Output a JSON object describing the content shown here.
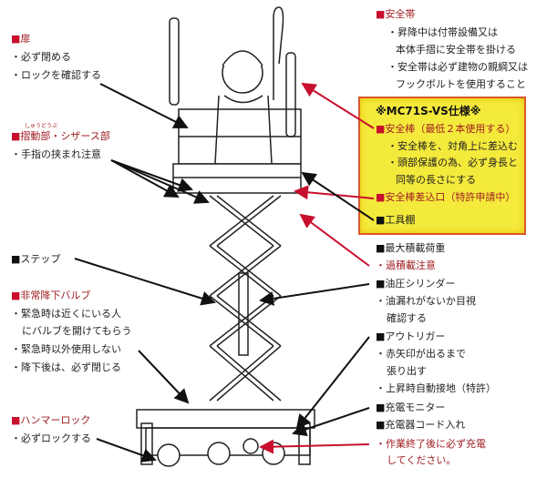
{
  "left": {
    "door": {
      "title": "扉",
      "items": [
        "・必ず閉める",
        "・ロックを確認する"
      ]
    },
    "sliding": {
      "ruby": "しゅうどうぶ",
      "title": "摺動部・シザース部",
      "items": [
        "・手指の挟まれ注意"
      ]
    },
    "step": {
      "title": "ステップ"
    },
    "valve": {
      "title": "非常降下バルブ",
      "items": [
        "・緊急時は近くにいる人",
        "にバルブを開けてもらう",
        "・緊急時以外使用しない",
        "・降下後は、必ず閉じる"
      ]
    },
    "hammer": {
      "title": "ハンマーロック",
      "items": [
        "・必ずロックする"
      ]
    }
  },
  "right": {
    "harness": {
      "title": "安全帯",
      "items": [
        "・昇降中は付帯設備又は",
        "本体手摺に安全帯を掛ける",
        "・安全帯は必ず建物の親綱又は",
        "フックボルトを使用すること"
      ]
    },
    "spec_box": {
      "title": "※MC71S-VS仕様※",
      "bar": {
        "title": "安全棒（最低２本使用する）",
        "items": [
          "・安全棒を、対角上に差込む",
          "・頭部保護の為、必ず身長と",
          "同等の長さにする"
        ]
      },
      "socket": {
        "title": "安全棒差込口（特許申請中）"
      },
      "tray": {
        "title": "工具棚"
      }
    },
    "load": {
      "title": "最大積載荷重",
      "items": [
        "・過積載注意"
      ]
    },
    "cylinder": {
      "title": "油圧シリンダー",
      "items": [
        "・油漏れがないか目視",
        "確認する"
      ]
    },
    "outrigger": {
      "title": "アウトリガー",
      "items": [
        "・赤矢印が出るまで",
        "張り出す",
        "・上昇時自動接地（特許）"
      ]
    },
    "monitor": {
      "title": "充電モニター"
    },
    "cord": {
      "title": "充電器コード入れ",
      "items": [
        "・作業終了後に必ず充電",
        "してください。"
      ]
    }
  },
  "colors": {
    "red": "#c8102e",
    "box": "#f4ea3c",
    "box_border": "#d9582b"
  }
}
